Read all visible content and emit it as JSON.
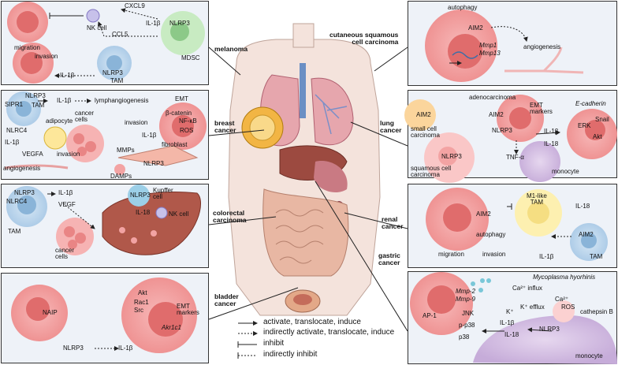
{
  "panels": {
    "melanoma": {
      "caption": "melanoma",
      "labels": {
        "nk": "NK cell",
        "cxcl9": "CXCL9",
        "ccl5": "CCL5",
        "il1b_a": "IL-1β",
        "nlrp3_a": "NLRP3",
        "mdsc": "MDSC",
        "migration": "migration",
        "invasion": "invasion",
        "il1b_b": "IL-1β",
        "nlrp3_b": "NLRP3",
        "tam": "TAM"
      }
    },
    "breast": {
      "caption": "breast\ncancer",
      "labels": {
        "nlrp3": "NLRP3",
        "tam": "TAM",
        "sipr1": "SIPR1",
        "nlrc4": "NLRC4",
        "il1b_a": "IL-1β",
        "lymph": "lymphangiogenesis",
        "adipocyte": "adipocyte",
        "cancer": "cancer\ncells",
        "invasion_a": "invasion",
        "emt": "EMT",
        "bcat": "β-catenin",
        "nfkb": "NF-κB",
        "ros": "ROS",
        "il1b_b": "IL-1β",
        "vegfa": "VEGFA",
        "il1b_c": "IL-1β",
        "angio": "angiogenesis",
        "invasion_b": "invasion",
        "mmps": "MMPs",
        "fibro": "fibroblast",
        "damps": "DAMPs",
        "nlrp3_b": "NLRP3"
      }
    },
    "colorectal": {
      "caption": "colorectal\ncarcinoma",
      "labels": {
        "nlrp3": "NLRP3",
        "nlrc4": "NLRC4",
        "il1b_a": "IL-1β",
        "vegf": "VEGF",
        "tam": "TAM",
        "cancer": "cancer\ncells",
        "nlrp3_k": "NLRP3",
        "kupffer": "Kupffer\ncell",
        "il18": "IL-18",
        "nk": "NK cell"
      }
    },
    "bladder": {
      "caption": "bladder\ncancer",
      "labels": {
        "naip": "NAIP",
        "nlrp3": "NLRP3",
        "il1b": "IL-1β",
        "akt": "Akt",
        "rac1": "Rac1",
        "src": "Src",
        "emt": "EMT\nmarkers",
        "akr": "Akr1c1"
      }
    },
    "cutaneous": {
      "caption": "cutaneous squamous\ncell carcinoma",
      "labels": {
        "autophagy": "autophagy",
        "aim2": "AIM2",
        "mmp1": "Mmp1",
        "mmp13": "Mmp13",
        "angio": "angiogenesis"
      }
    },
    "lung": {
      "caption": "lung\ncancer",
      "labels": {
        "aim2_a": "AIM2",
        "small": "small cell\ncarcinoma",
        "adeno": "adenocarcinoma",
        "aim2_b": "AIM2",
        "emt": "EMT\nmarkers",
        "ecad": "E-cadherin",
        "nlrp3_a": "NLRP3",
        "il1b": "IL-1β",
        "erk": "ERK",
        "snail": "Snail",
        "akt": "Akt",
        "il18": "IL-18",
        "nlrp3_b": "NLRP3",
        "tnfa": "TNF-α",
        "mono": "monocyte",
        "squam": "squamous cell\ncarcinoma"
      }
    },
    "renal": {
      "caption": "renal\ncancer",
      "labels": {
        "m1": "M1-like\nTAM",
        "il18": "IL-18",
        "aim2_a": "AIM2",
        "autophagy": "autophagy",
        "migration": "migration",
        "invasion": "invasion",
        "aim2_b": "AIM2",
        "tam": "TAM",
        "il1b": "IL-1β"
      }
    },
    "gastric": {
      "caption": "gastric\ncancer",
      "labels": {
        "myco": "Mycoplasma hyorhinis",
        "ca_influx": "Ca²⁺ influx",
        "ca": "Ca²⁺",
        "mmp2": "Mmp-2",
        "mmp9": "Mmp-9",
        "jnk": "JNK",
        "ap1": "AP-1",
        "pp38": "p-p38",
        "p38": "p38",
        "k": "K⁺",
        "kefflux": "K⁺ efflux",
        "ros": "ROS",
        "cathepsin": "cathepsin B",
        "il1b": "IL-1β",
        "il18": "IL-18",
        "nlrp3": "NLRP3",
        "mono": "monocyte"
      }
    }
  },
  "legend": {
    "activate": "activate, translocate, induce",
    "indirect_activate": "indirectly activate, translocate, induce",
    "inhibit": "inhibit",
    "indirect_inhibit": "indirectly inhibit"
  },
  "colors": {
    "panel_bg": "#eef2f8",
    "cell_pink": "#f3a3a3",
    "nucleus": "#e06c6c",
    "tam_blue": "#bcd6ec",
    "liver": "#b0584a",
    "yellow": "#fdf0b0"
  }
}
